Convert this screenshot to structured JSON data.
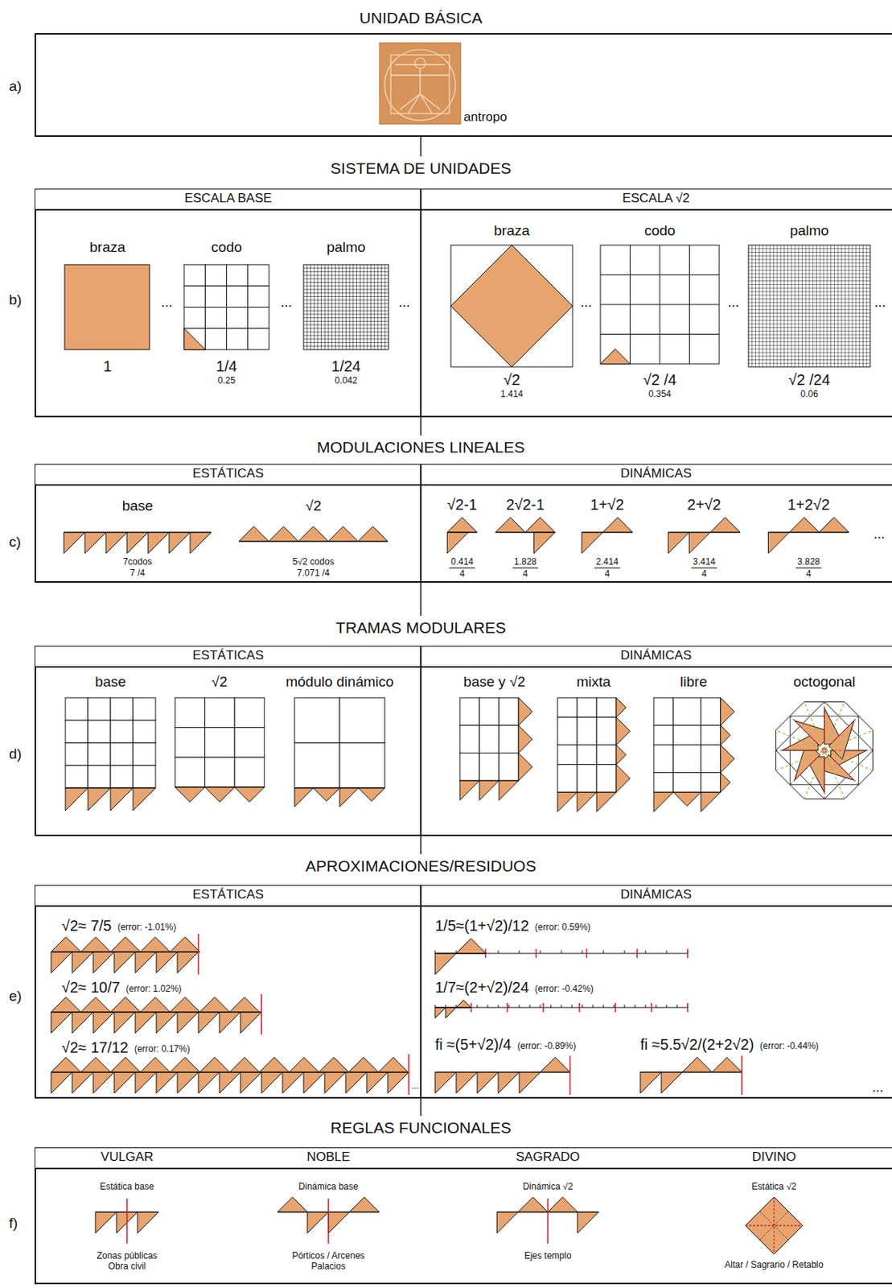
{
  "diagram": {
    "nodes": [
      {
        "text": [
          "UNIDAD BÁSICA"
        ]
      },
      {
        "text": [
          "antropo"
        ],
        "in": 0
      },
      {
        "text": [
          "SISTEMA DE UNIDADES"
        ]
      },
      {
        "text": [
          "ESCALA BASE"
        ],
        "in": 2
      },
      {
        "text": [
          "braza",
          "1"
        ],
        "in": 3
      },
      {
        "text": [
          "codo",
          "1/4",
          "0.25"
        ],
        "in": 3
      },
      {
        "text": [
          "palmo",
          "1/24",
          "0.042"
        ],
        "in": 3
      },
      {
        "text": [
          "ESCALA √2"
        ],
        "in": 2
      },
      {
        "text": [
          "braza",
          "√2",
          "1.414"
        ],
        "in": 7
      },
      {
        "text": [
          "codo",
          "√2 /4",
          "0.354"
        ],
        "in": 7
      },
      {
        "text": [
          "palmo",
          "√2 /24",
          "0.06"
        ],
        "in": 7
      },
      {
        "text": [
          "MODULACIONES LINEALES"
        ]
      },
      {
        "text": [
          "ESTÁTICAS"
        ],
        "in": 11
      },
      {
        "text": [
          "base",
          "7codos",
          "7 /4"
        ],
        "in": 12
      },
      {
        "text": [
          "√2",
          "5√2 codos",
          "7.071 /4"
        ],
        "in": 12
      },
      {
        "text": [
          "DINÁMICAS"
        ],
        "in": 11
      },
      {
        "text": [
          "√2-1",
          "0.414",
          "4"
        ],
        "in": 15
      },
      {
        "text": [
          "2√2-1",
          "1.828",
          "4"
        ],
        "in": 15
      },
      {
        "text": [
          "1+√2",
          "2.414",
          "4"
        ],
        "in": 15
      },
      {
        "text": [
          "2+√2",
          "3.414",
          "4"
        ],
        "in": 15
      },
      {
        "text": [
          "1+2√2",
          "3.828",
          "4"
        ],
        "in": 15
      },
      {
        "text": [
          "TRAMAS MODULARES"
        ]
      },
      {
        "text": [
          "ESTÁTICAS"
        ],
        "in": 21
      },
      {
        "text": [
          "base"
        ],
        "in": 22
      },
      {
        "text": [
          "√2"
        ],
        "in": 22
      },
      {
        "text": [
          "módulo dinámico"
        ],
        "in": 22
      },
      {
        "text": [
          "DINÁMICAS"
        ],
        "in": 21
      },
      {
        "text": [
          "base y √2"
        ],
        "in": 26
      },
      {
        "text": [
          "mixta"
        ],
        "in": 26
      },
      {
        "text": [
          "libre"
        ],
        "in": 26
      },
      {
        "text": [
          "octogonal"
        ],
        "in": 26
      },
      {
        "text": [
          "APROXIMACIONES/RESIDUOS"
        ]
      },
      {
        "text": [
          "ESTÁTICAS"
        ],
        "in": 31
      },
      {
        "text": [
          "√2≈ 7/5",
          "(error: -1.01%)"
        ],
        "in": 32
      },
      {
        "text": [
          "√2≈ 10/7",
          "(error: 1.02%)"
        ],
        "in": 32
      },
      {
        "text": [
          "√2≈ 17/12",
          "(error: 0.17%)"
        ],
        "in": 32
      },
      {
        "text": [
          "DINÁMICAS"
        ],
        "in": 31
      },
      {
        "text": [
          "1/5≈(1+√2)/12",
          "(error: 0.59%)"
        ],
        "in": 36
      },
      {
        "text": [
          "1/7≈(2+√2)/24",
          "(error: -0.42%)"
        ],
        "in": 36
      },
      {
        "text": [
          "fi ≈(5+√2)/4",
          "(error: -0.89%)"
        ],
        "in": 36
      },
      {
        "text": [
          "fi ≈5.5√2/(2+2√2)",
          "(error: -0.44%)"
        ],
        "in": 36
      },
      {
        "text": [
          "REGLAS FUNCIONALES"
        ]
      },
      {
        "text": [
          "Estática base",
          "Zonas públicas Obra civil"
        ],
        "in": 41
      },
      {
        "text": [
          "Dinámica base",
          "Pórticos / Arcenes Palacios"
        ],
        "in": 41
      },
      {
        "text": [
          "Dinámica √2",
          "Ejes templo"
        ],
        "in": 41
      },
      {
        "text": [
          "Estática √2",
          "Altar / Sagrario / Retablo"
        ],
        "in": 41
      }
    ],
    "edges": [
      {
        "from": 0,
        "to": 2,
        "arrow": "none"
      },
      {
        "from": 2,
        "to": 11,
        "arrow": "none"
      },
      {
        "from": 11,
        "to": 21,
        "arrow": "none"
      },
      {
        "from": 21,
        "to": 31,
        "arrow": "none"
      },
      {
        "from": 31,
        "to": 41,
        "arrow": "none"
      }
    ],
    "labels": [
      "a)",
      "b)",
      "...",
      "...",
      "...",
      "...",
      "...",
      "...",
      "c)",
      "...",
      "d)",
      "e)",
      "...",
      "...",
      "f)",
      "VULGAR",
      "NOBLE",
      "SAGRADO",
      "DIVINO"
    ]
  }
}
